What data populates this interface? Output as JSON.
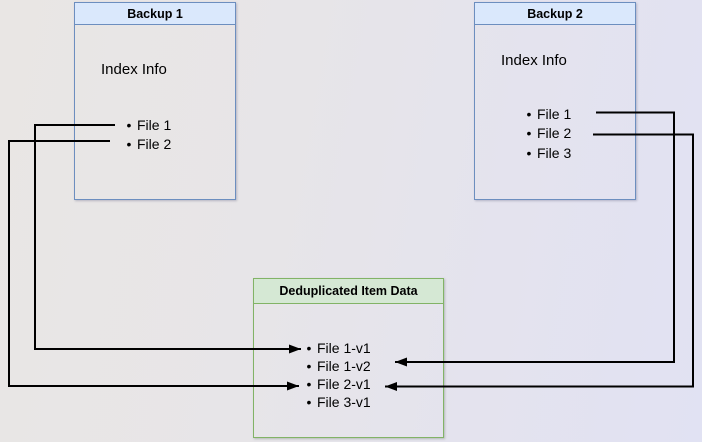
{
  "diagram": {
    "backup1": {
      "title": "Backup 1",
      "subtitle": "Index Info",
      "files": [
        "File 1",
        "File 2"
      ]
    },
    "backup2": {
      "title": "Backup 2",
      "subtitle": "Index Info",
      "files": [
        "File 1",
        "File 2",
        "File 3"
      ]
    },
    "dedup": {
      "title": "Deduplicated Item Data",
      "items": [
        "File 1-v1",
        "File 1-v2",
        "File 2-v1",
        "File 3-v1"
      ]
    },
    "bullet_glyph": "•",
    "connections": [
      {
        "from": "Backup 1 / File 1",
        "to": "File 1-v1",
        "side": "left"
      },
      {
        "from": "Backup 1 / File 2",
        "to": "File 2-v1",
        "side": "left"
      },
      {
        "from": "Backup 2 / File 1",
        "to": "File 1-v2",
        "side": "right"
      },
      {
        "from": "Backup 2 / File 2",
        "to": "File 2-v1",
        "side": "right"
      }
    ],
    "colors": {
      "backup_border": "#6c8ebf",
      "backup_header_fill": "#dae8fc",
      "dedup_border": "#82b366",
      "dedup_header_fill": "#d5e8d4",
      "connector": "#000000",
      "text": "#000000"
    }
  }
}
